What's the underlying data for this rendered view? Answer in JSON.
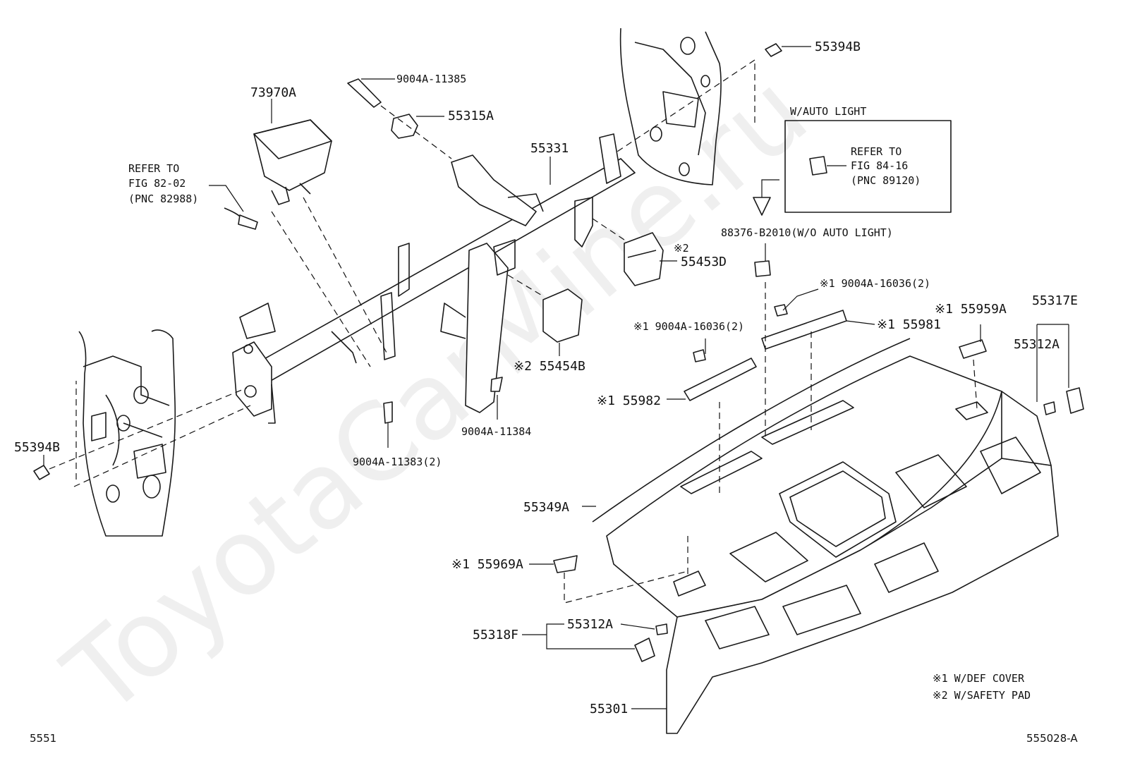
{
  "watermark": "ToyotaCarMine.ru",
  "page_code_left": "5551",
  "page_code_right": "555028-A",
  "inset": {
    "title": "W/AUTO LIGHT",
    "refer_lines": [
      "REFER TO",
      "FIG 84-16",
      "(PNC 89120)"
    ]
  },
  "refer_left": [
    "REFER TO",
    "FIG 82-02",
    "(PNC 82988)"
  ],
  "labels": {
    "p55394b_top": "55394B",
    "p9004a_11385": "9004A-11385",
    "p73970a": "73970A",
    "p55315a": "55315A",
    "p55331": "55331",
    "p88376": "88376-B2010(W/O AUTO LIGHT)",
    "p55453d_mark": "※2",
    "p55453d": "55453D",
    "p9004a_16036_top": "※1 9004A-16036(2)",
    "p55959a": "※1 55959A",
    "p55317e": "55317E",
    "p55312a_right": "55312A",
    "p55981": "※1 55981",
    "p9004a_16036_mid": "※1 9004A-16036(2)",
    "p55454b": "※2 55454B",
    "p55982": "※1 55982",
    "p55394b_left": "55394B",
    "p9004a_11384": "9004A-11384",
    "p9004a_11383": "9004A-11383(2)",
    "p55349a": "55349A",
    "p55969a": "※1 55969A",
    "p55318f": "55318F",
    "p55312a_bottom": "55312A",
    "p55301": "55301"
  },
  "notes": [
    "※1 W/DEF COVER",
    "※2 W/SAFETY PAD"
  ]
}
